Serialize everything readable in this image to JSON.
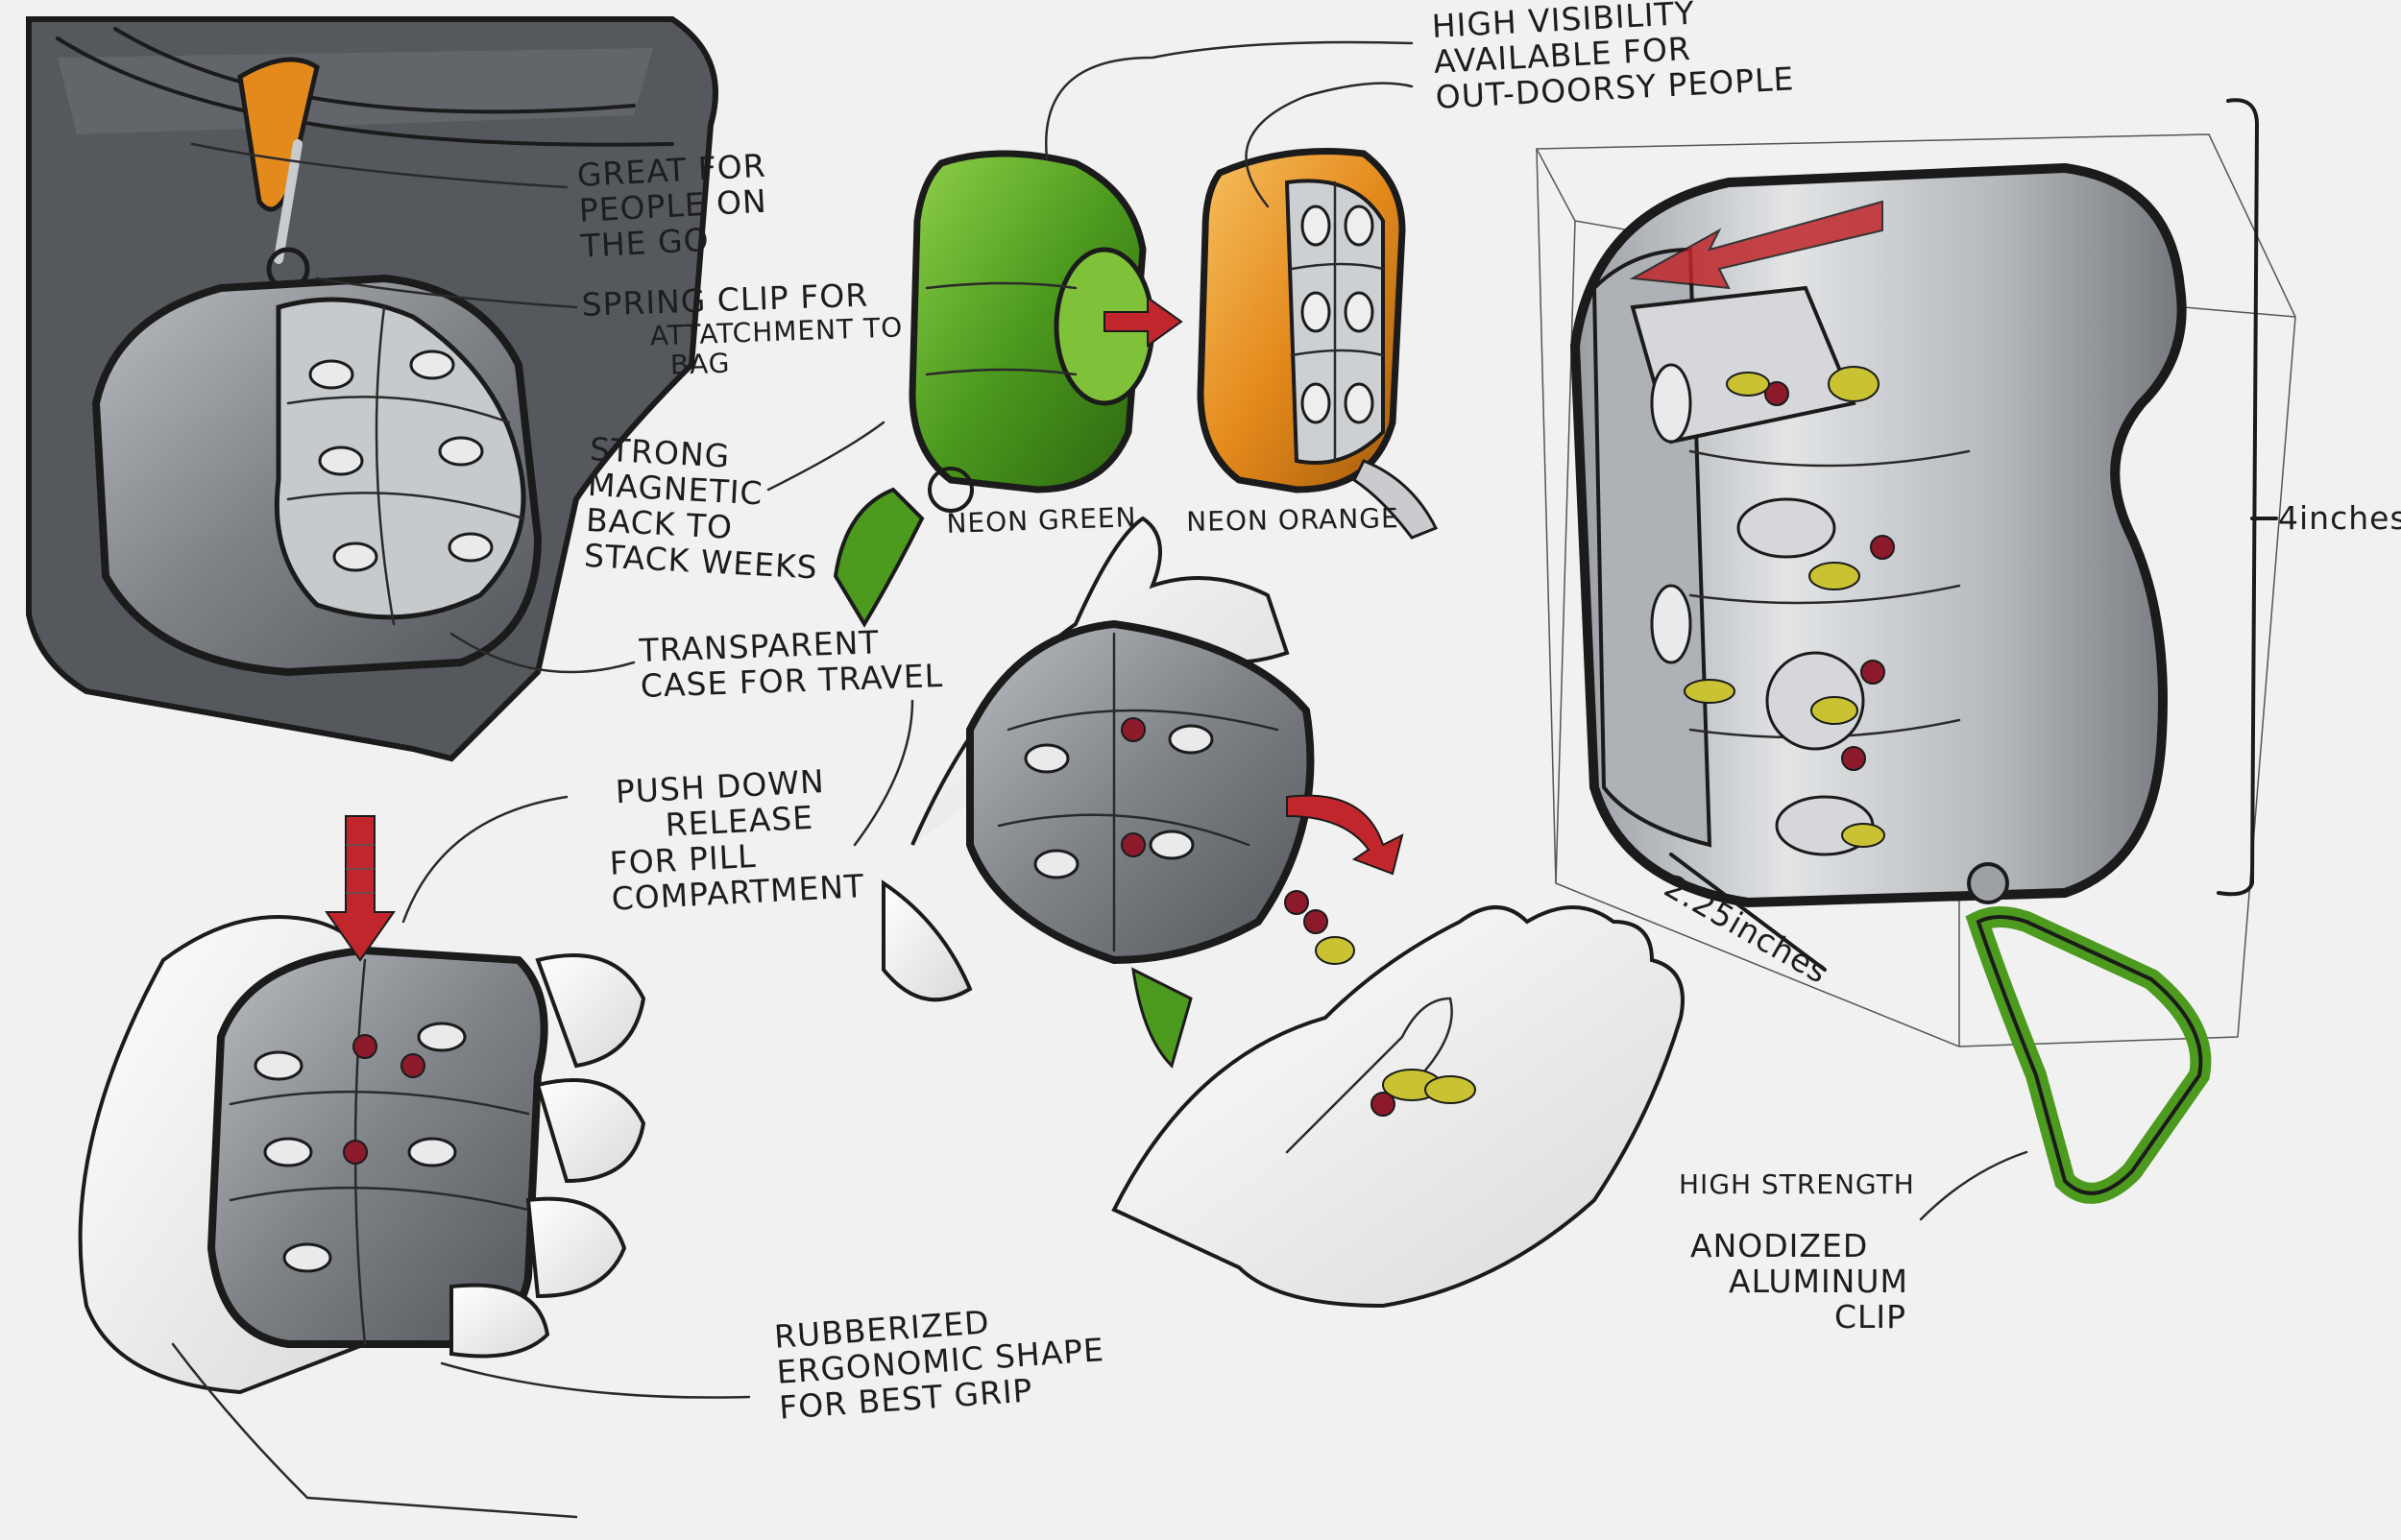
{
  "notes": {
    "great_for": [
      "GREAT FOR",
      "PEOPLE ON",
      "THE GO"
    ],
    "spring_clip": [
      "SPRING CLIP FOR",
      "ATTATCHMENT TO",
      "BAG"
    ],
    "magnetic": [
      "STRONG",
      "MAGNETIC",
      "BACK TO",
      "STACK WEEKS"
    ],
    "transparent": [
      "TRANSPARENT",
      "CASE FOR TRAVEL"
    ],
    "high_visibility": [
      "HIGH VISIBILITY",
      "AVAILABLE FOR",
      "OUT-DOORSY PEOPLE"
    ],
    "neon_green": "NEON GREEN",
    "neon_orange": "NEON ORANGE",
    "push_down": [
      "PUSH DOWN",
      "RELEASE",
      "FOR PILL",
      "COMPARTMENT"
    ],
    "rubberized": [
      "RUBBERIZED",
      "ERGONOMIC SHAPE",
      "FOR BEST GRIP"
    ],
    "height_dim": "4inches",
    "depth_dim": "2.25inches",
    "high_strength": "HIGH STRENGTH",
    "anodized": [
      "ANODIZED",
      "ALUMINUM",
      "CLIP"
    ]
  },
  "colors": {
    "paper": "#f1f1f1",
    "ink": "#1b1b1b",
    "case_gray": "#8f9297",
    "neon_green": "#4c9a1e",
    "neon_orange": "#e48a1c",
    "arrow_red": "#c0262b",
    "pill_red": "#8c1a2a",
    "pill_yellow": "#c9c232"
  }
}
